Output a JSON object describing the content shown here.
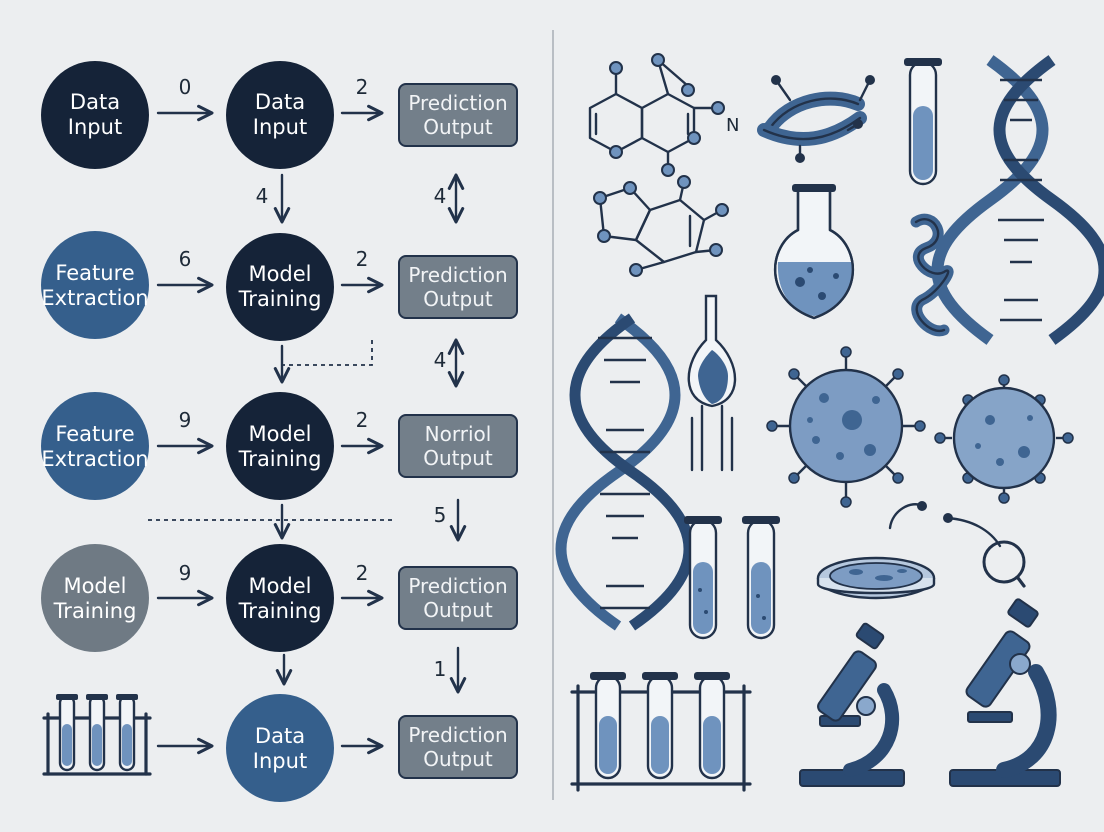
{
  "colors": {
    "background": "#eceef0",
    "navy": "#152338",
    "steel_blue": "#355f8c",
    "gray": "#6f7a84",
    "box_gray": "#737f8a",
    "ink": "#22324a",
    "liquid_blue": "#6f93be"
  },
  "flow": {
    "row1": {
      "left": {
        "line1": "Data",
        "line2": "Input"
      },
      "middle": {
        "line1": "Data",
        "line2": "Input"
      },
      "right": {
        "line1": "Prediction",
        "line2": "Output"
      },
      "label_left": "0",
      "label_right": "2",
      "label_down_mid": "4",
      "label_down_right": "4"
    },
    "row2": {
      "left": {
        "line1": "Feature",
        "line2": "Extraction"
      },
      "middle": {
        "line1": "Model",
        "line2": "Training"
      },
      "right": {
        "line1": "Prediction",
        "line2": "Output"
      },
      "label_left": "6",
      "label_right": "2",
      "label_down_right": "4"
    },
    "row3": {
      "left": {
        "line1": "Feature",
        "line2": "Extraction"
      },
      "middle": {
        "line1": "Model",
        "line2": "Training"
      },
      "right": {
        "line1": "Norriol",
        "line2": "Output"
      },
      "label_left": "9",
      "label_right": "2",
      "label_down_right": "5"
    },
    "row4": {
      "left": {
        "line1": "Model",
        "line2": "Training"
      },
      "middle": {
        "line1": "Model",
        "line2": "Training"
      },
      "right": {
        "line1": "Prediction",
        "line2": "Output"
      },
      "label_left": "9",
      "label_right": "2",
      "label_down_right": "1"
    },
    "row5": {
      "left_icon": "test-tube-rack-icon",
      "middle": {
        "line1": "Data",
        "line2": "Input"
      },
      "right": {
        "line1": "Prediction",
        "line2": "Output"
      }
    }
  },
  "icons": [
    "chemical-structure-icon",
    "molecule-chain-icon",
    "test-tube-icon",
    "dna-helix-icon",
    "ring-molecule-icon",
    "flask-icon",
    "squiggle-protein-icon",
    "dna-helix-icon",
    "pipette-icon",
    "virus-icon",
    "virus-icon",
    "test-tubes-icon",
    "petri-dish-icon",
    "magnifier-icon",
    "test-tube-rack-icon",
    "microscope-icon",
    "microscope-icon"
  ],
  "atom_label": "N"
}
